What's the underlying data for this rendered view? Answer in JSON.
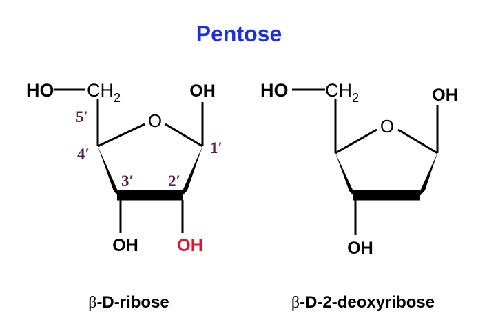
{
  "title": "Pentose",
  "colors": {
    "title": "#1a2ee6",
    "bond": "#000000",
    "text": "#000000",
    "highlight_oh": "#e8102a",
    "numbering": "#5a1a4a"
  },
  "ribose": {
    "ho_left": "HO",
    "ch2": "CH",
    "ch2_sub": "2",
    "ring_o": "O",
    "oh_top_right": "OH",
    "oh_bottom_left": "OH",
    "oh_bottom_right": "OH",
    "num_5": "5′",
    "num_4": "4′",
    "num_3": "3′",
    "num_2": "2′",
    "num_1": "1′",
    "caption_greek": "β",
    "caption_rest": "-D-ribose"
  },
  "deoxyribose": {
    "ho_left": "HO",
    "ch2": "CH",
    "ch2_sub": "2",
    "ring_o": "O",
    "oh_top_right": "OH",
    "oh_bottom": "OH",
    "caption_greek": "β",
    "caption_rest": "-D-2-deoxyribose"
  }
}
